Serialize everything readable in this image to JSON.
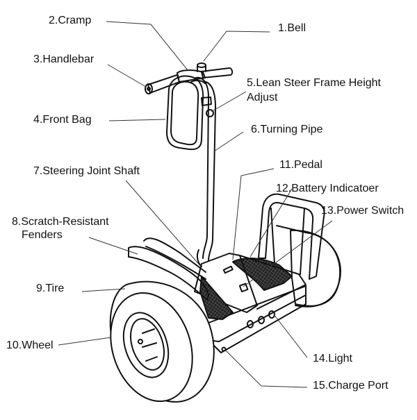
{
  "diagram": {
    "subject": "Self-balancing electric scooter (two-wheel) parts diagram",
    "colors": {
      "line": "#111111",
      "background": "#ffffff"
    },
    "labels": [
      {
        "id": "bell",
        "number": 1,
        "text": "1.Bell"
      },
      {
        "id": "cramp",
        "number": 2,
        "text": "2.Cramp"
      },
      {
        "id": "handlebar",
        "number": 3,
        "text": "3.Handlebar"
      },
      {
        "id": "front-bag",
        "number": 4,
        "text": "4.Front Bag"
      },
      {
        "id": "lean-steer",
        "number": 5,
        "text": "5.Lean Steer Frame Height",
        "text_line2": "Adjust"
      },
      {
        "id": "turning-pipe",
        "number": 6,
        "text": "6.Turning Pipe"
      },
      {
        "id": "steering-joint",
        "number": 7,
        "text": "7.Steering Joint Shaft"
      },
      {
        "id": "fenders",
        "number": 8,
        "text": "8.Scratch-Resistant",
        "text_line2": "Fenders"
      },
      {
        "id": "tire",
        "number": 9,
        "text": "9.Tire"
      },
      {
        "id": "wheel",
        "number": 10,
        "text": "10.Wheel"
      },
      {
        "id": "pedal",
        "number": 11,
        "text": "11.Pedal"
      },
      {
        "id": "battery",
        "number": 12,
        "text": "12.Battery Indicatoer"
      },
      {
        "id": "power-switch",
        "number": 13,
        "text": "13.Power Switch"
      },
      {
        "id": "light",
        "number": 14,
        "text": "14.Light"
      },
      {
        "id": "charge-port",
        "number": 15,
        "text": "15.Charge Port"
      }
    ]
  }
}
